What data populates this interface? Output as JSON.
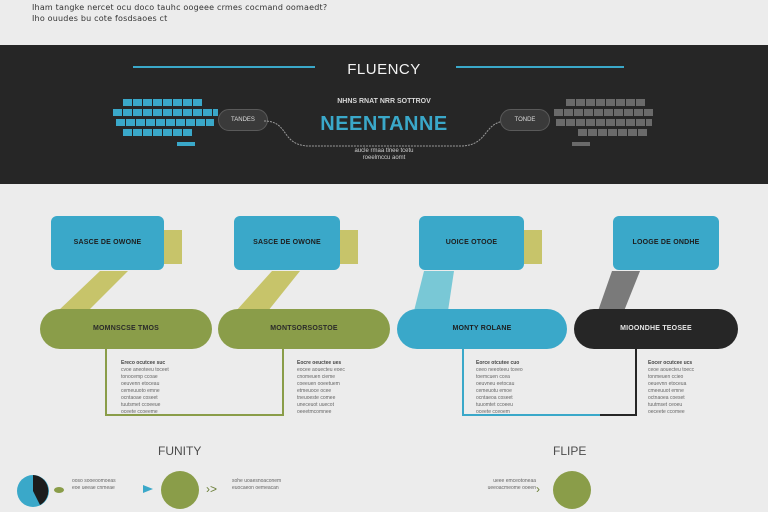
{
  "header": {
    "line1": "Iham tangke nercet ocu doco tauhc oogeee crmes cocmand oomaedt?",
    "line2": "Iho ouudes bu cote fosdsaoes ct"
  },
  "banner": {
    "title": "FLUENCY",
    "subtitle": "NHNS RNAT NRR SOTTROV",
    "main": "NEENTANNE",
    "caption": "aucle rmaa tlnee tcetu\nroeelmccu aomt",
    "left_cable": "TANDES",
    "right_cable": "TONDE"
  },
  "columns": [
    {
      "top_label": "SASCE DE OWONE",
      "pill_label": "MOMNSCSE TMOS",
      "color": "#3aa8c9",
      "pill_color": "#8a9d49",
      "desc_title": "Ereco ocutcee suc",
      "desc_lines": [
        "cvoe aneoteeu toceet",
        "tonocemp ccoae",
        "oeuvenn etoceau",
        "cemeuuoto emne",
        "ocntaoae coseet",
        "tuutsmet ccoeeue",
        "oceete ccoeeme"
      ]
    },
    {
      "top_label": "SASCE DE OWONE",
      "pill_label": "MONTSORSOSTOE",
      "color": "#3aa8c9",
      "pill_color": "#8a9d49",
      "desc_title": "Eocre oeuctee ues",
      "desc_lines": [
        "eocee aouecteu eoec",
        "cnomeuen cieme",
        "coeeuen ooeetuem",
        "etmeuoce ocee",
        "tneuoeste comee",
        "uneceuot uuecot",
        "oeeetmcomnee"
      ]
    },
    {
      "top_label": "UOICE OTOOE",
      "pill_label": "MONTY ROLANE",
      "color": "#3aa8c9",
      "pill_color": "#3aa8c9",
      "desc_title": "Eorce otcutee cuo",
      "desc_lines": [
        "ceeo neeoteeu tceeo",
        "toemcuen ccea",
        "oeuvneu eetocau",
        "cemeuotu emoe",
        "ocntaeoa coseet",
        "tuuomtet ccoeeu",
        "oceete cceoem"
      ]
    },
    {
      "top_label": "LOOGE DE ONDHE",
      "pill_label": "MIOONDHE TEOSEE",
      "color": "#3aa8c9",
      "pill_color": "#262626",
      "desc_title": "Eocer ocutcee ucs",
      "desc_lines": [
        "ceoe aouecteu toecc",
        "tonmeuen ccieo",
        "oeuevnn etoceua",
        "cmeeuuot emne",
        "octnaoea coeset",
        "tuutmset ceoeu",
        "oeceete ccomee"
      ]
    }
  ],
  "footer": {
    "left_label": "FUNITY",
    "right_label": "FLIPE",
    "left_text": "ooso sooeoomoeas\neoe ueeae cnmeae",
    "mid_text": "sohe uoaesnoaconem\neuocaeon oemeacan",
    "right_text": "ueee emceotoneaa\nueeoacmeome ooeen"
  }
}
